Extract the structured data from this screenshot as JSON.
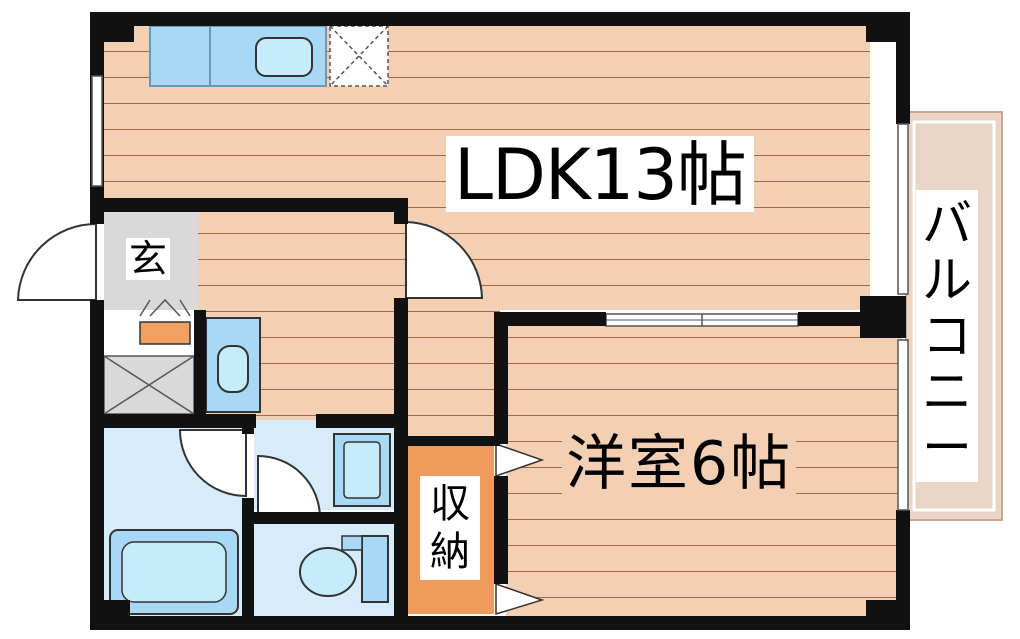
{
  "rooms": {
    "ldk": "LDK13帖",
    "western_room": "洋室6帖",
    "entrance": "玄",
    "storage_top": "収",
    "storage_bottom": "納",
    "balcony_chars": [
      "バ",
      "ル",
      "コ",
      "ニ",
      "ー"
    ]
  },
  "colors": {
    "wall": "#111111",
    "floor_wood": "#f3cfb4",
    "floor_line": "#a5693e",
    "wet_area": "#d6ecfb",
    "fixture": "#a7d8f5",
    "storage": "#ef9b5b",
    "entrance_floor": "#d9d9d9",
    "balcony": "#ead5c6",
    "shoe_box": "#f0a060"
  }
}
